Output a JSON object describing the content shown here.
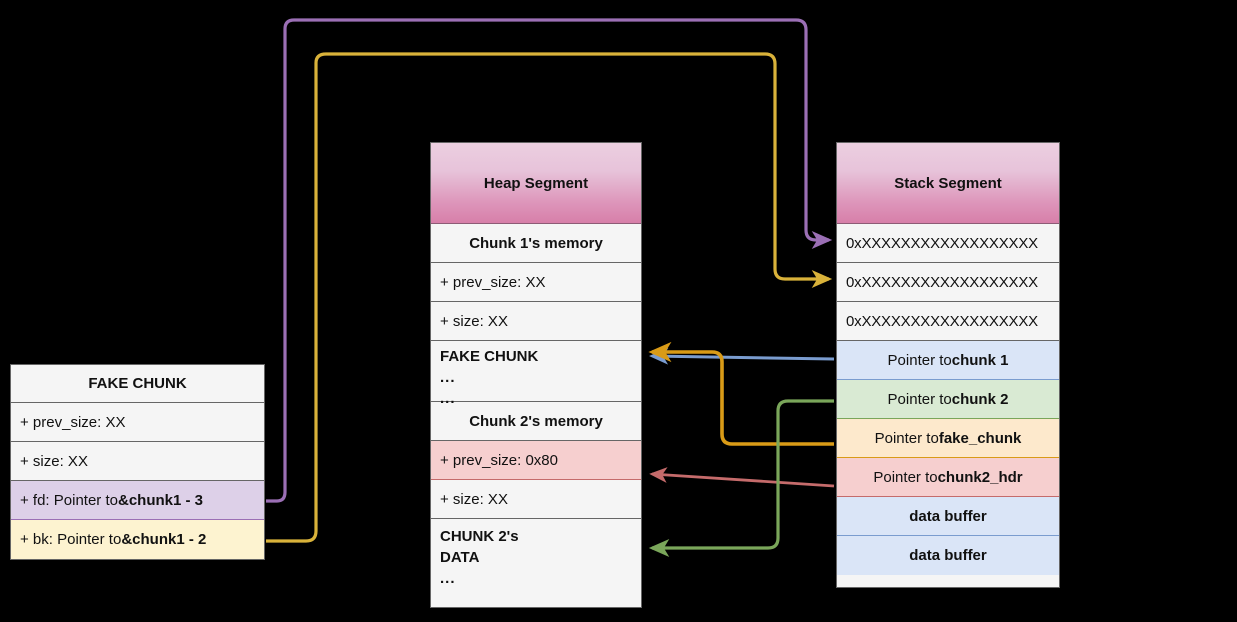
{
  "diagram": {
    "title": "Heap exploitation unsafe unlink diagram",
    "background": "#000000"
  },
  "heap_segment": {
    "header": "Heap Segment",
    "rows": [
      {
        "label": "Chunk 1's memory",
        "style": "center"
      },
      {
        "label": "+ prev_size: XX",
        "style": "plain"
      },
      {
        "label": "+ size: XX",
        "style": "plain"
      },
      {
        "label": "FAKE CHUNK",
        "sub1": "...",
        "sub2": "...",
        "style": "tall"
      },
      {
        "label": "Chunk 2's memory",
        "style": "center"
      },
      {
        "label": "+ prev_size: 0x80",
        "style": "hl-red"
      },
      {
        "label": "+ size: XX",
        "style": "plain"
      },
      {
        "label": "CHUNK 2's",
        "sub1": "DATA",
        "sub2": "...",
        "style": "tall2"
      }
    ]
  },
  "stack_segment": {
    "header": "Stack Segment",
    "rows": [
      {
        "label": "0xXXXXXXXXXXXXXXXXXX",
        "style": "plain"
      },
      {
        "label": "0xXXXXXXXXXXXXXXXXXX",
        "style": "plain"
      },
      {
        "label": "0xXXXXXXXXXXXXXXXXXX",
        "style": "plain"
      },
      {
        "prefix": "Pointer to ",
        "strong": "chunk 1",
        "style": "hl-blue"
      },
      {
        "prefix": "Pointer to ",
        "strong": "chunk 2",
        "style": "hl-green"
      },
      {
        "prefix": "Pointer to ",
        "strong": "fake_chunk",
        "style": "hl-orange"
      },
      {
        "prefix": "Pointer to ",
        "strong": "chunk2_hdr",
        "style": "hl-red"
      },
      {
        "label": "data buffer",
        "style": "hl-blue"
      },
      {
        "label": "data buffer",
        "style": "hl-blue"
      }
    ]
  },
  "fake_chunk": {
    "header": "FAKE CHUNK",
    "rows": [
      {
        "label": "+ prev_size: XX",
        "style": "plain"
      },
      {
        "label": "+ size: XX",
        "style": "plain"
      },
      {
        "prefix": "+ fd: Pointer to ",
        "strong": "&chunk1 - 3",
        "style": "hl-purple"
      },
      {
        "prefix": "+ bk: Pointer to ",
        "strong": "&chunk1 - 2",
        "style": "hl-yellow"
      }
    ]
  },
  "colors": {
    "purple_arrow": "#9b6fb5",
    "yellow_arrow": "#d9b23a",
    "orange_arrow": "#d99b17",
    "blue_arrow": "#7a9ccf",
    "green_arrow": "#7aa65a",
    "red_arrow": "#c56b6b",
    "header_gradient_top": "#eccfe0",
    "header_gradient_bottom": "#d77fa9",
    "box_border": "#666666",
    "row_bg": "#f5f5f5",
    "background": "#000000"
  },
  "connections": [
    {
      "name": "fd-to-stack-row1",
      "from": "fake_chunk.fd",
      "to": "stack_segment.row1",
      "color": "#9b6fb5"
    },
    {
      "name": "bk-to-stack-row2",
      "from": "fake_chunk.bk",
      "to": "stack_segment.row2",
      "color": "#d9b23a"
    },
    {
      "name": "chunk1-ptr-to-fake-chunk",
      "from": "stack_segment.pointer_to_chunk_1",
      "to": "heap_segment.fake_chunk",
      "color": "#7a9ccf"
    },
    {
      "name": "fake-chunk-ptr-to-fake-chunk",
      "from": "stack_segment.pointer_to_fake_chunk",
      "to": "heap_segment.fake_chunk",
      "color": "#d99b17"
    },
    {
      "name": "chunk2hdr-ptr-to-prev-size",
      "from": "stack_segment.pointer_to_chunk2_hdr",
      "to": "heap_segment.prev_size_0x80",
      "color": "#c56b6b"
    },
    {
      "name": "chunk2-ptr-to-chunk2-data",
      "from": "stack_segment.pointer_to_chunk_2",
      "to": "heap_segment.chunk2_data",
      "color": "#7aa65a"
    }
  ]
}
